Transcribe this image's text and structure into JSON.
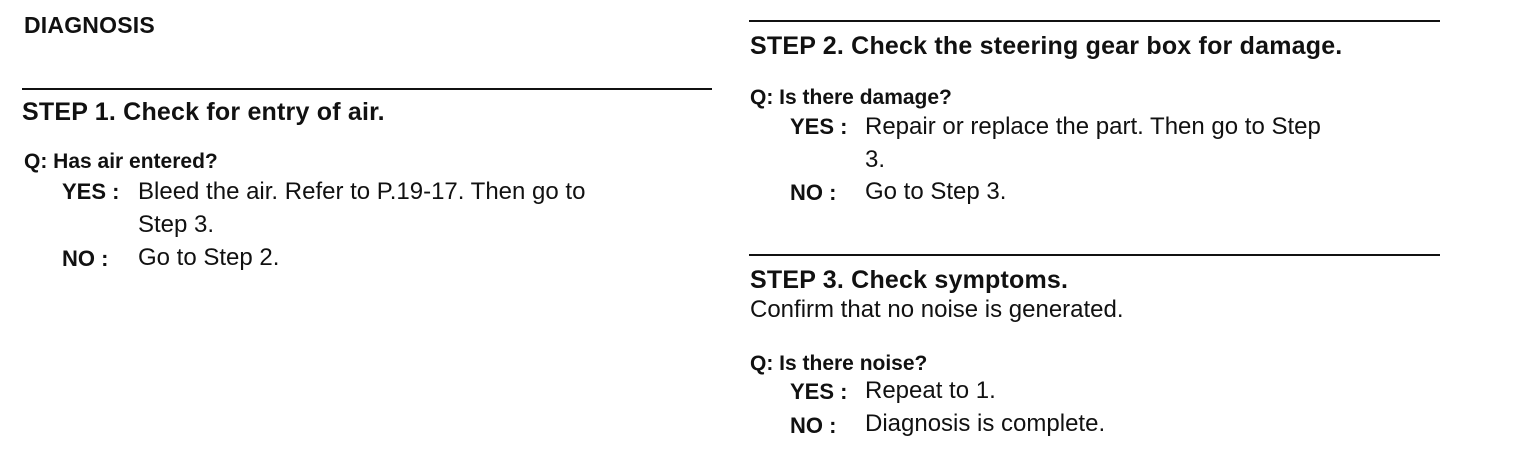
{
  "diagnosis_heading": "DIAGNOSIS",
  "steps": [
    {
      "title": "STEP 1. Check for entry of air.",
      "question": "Q: Has air entered?",
      "yes_label": "YES :",
      "yes_text_line1": "Bleed the air. Refer to P.19-17. Then go to",
      "yes_text_line2": "Step 3.",
      "no_label": "NO :",
      "no_text": "Go to Step 2."
    },
    {
      "title": "STEP 2. Check the steering gear box for damage.",
      "question": "Q: Is there damage?",
      "yes_label": "YES :",
      "yes_text_line1": "Repair or replace the part. Then go to Step",
      "yes_text_line2": "3.",
      "no_label": "NO :",
      "no_text": "Go to Step 3."
    },
    {
      "title": "STEP 3. Check symptoms.",
      "instruction": "Confirm that no noise is generated.",
      "question": "Q: Is there noise?",
      "yes_label": "YES :",
      "yes_text": "Repeat to 1.",
      "no_label": "NO :",
      "no_text": "Diagnosis is complete."
    }
  ]
}
